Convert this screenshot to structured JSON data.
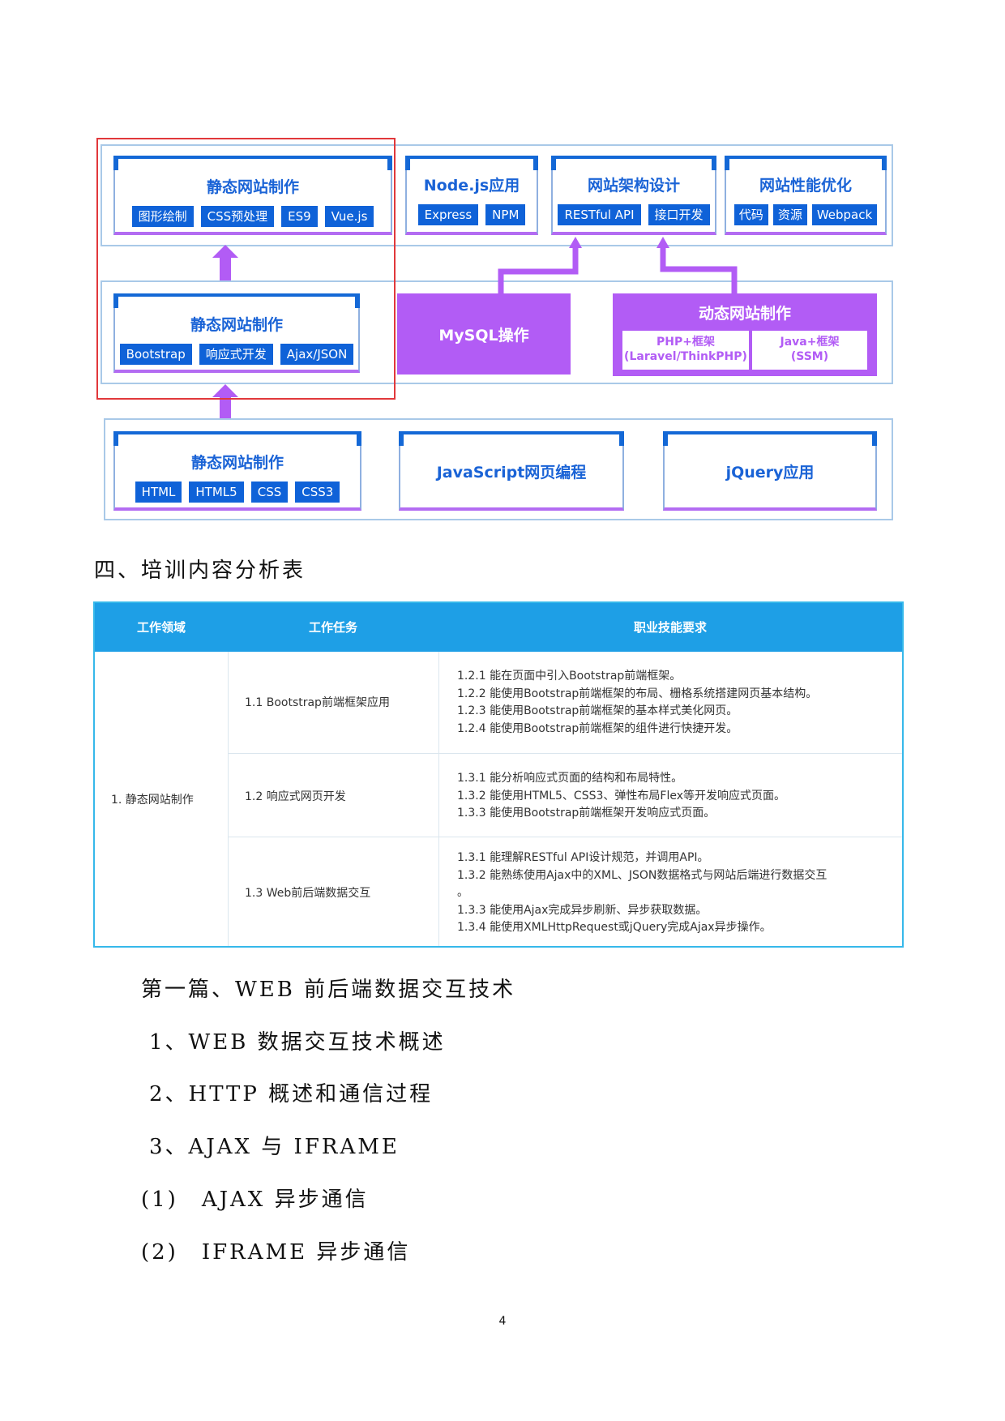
{
  "diagram": {
    "top_cards": [
      {
        "title": "静态网站制作",
        "chips": [
          "图形绘制",
          "CSS预处理",
          "ES9",
          "Vue.js"
        ]
      },
      {
        "title": "Node.js应用",
        "chips": [
          "Express",
          "NPM"
        ]
      },
      {
        "title": "网站架构设计",
        "chips": [
          "RESTful API",
          "接口开发"
        ]
      },
      {
        "title": "网站性能优化",
        "chips": [
          "代码",
          "资源",
          "Webpack"
        ]
      }
    ],
    "middle_card": {
      "title": "静态网站制作",
      "chips": [
        "Bootstrap",
        "响应式开发",
        "Ajax/JSON"
      ]
    },
    "mysql_label": "MySQL操作",
    "dynamic": {
      "title": "动态网站制作",
      "sub": [
        {
          "line1": "PHP+框架",
          "line2": "(Laravel/ThinkPHP)"
        },
        {
          "line1": "Java+框架",
          "line2": "(SSM)"
        }
      ]
    },
    "bottom_cards": [
      {
        "title": "静态网站制作",
        "chips": [
          "HTML",
          "HTML5",
          "CSS",
          "CSS3"
        ]
      },
      {
        "title": "JavaScript网页编程"
      },
      {
        "title": "jQuery应用"
      }
    ],
    "colors": {
      "blue": "#0f62d8",
      "purple": "#b25cf5",
      "highlight": "#e1383b"
    }
  },
  "section_heading": "四、培训内容分析表",
  "table": {
    "headers": [
      "工作领域",
      "工作任务",
      "职业技能要求"
    ],
    "domain": "1. 静态网站制作",
    "rows": [
      {
        "task": "1.1 Bootstrap前端框架应用",
        "reqs": [
          "1.2.1 能在页面中引入Bootstrap前端框架。",
          "1.2.2 能使用Bootstrap前端框架的布局、栅格系统搭建网页基本结构。",
          "1.2.3 能使用Bootstrap前端框架的基本样式美化网页。",
          "1.2.4 能使用Bootstrap前端框架的组件进行快捷开发。"
        ]
      },
      {
        "task": "1.2 响应式网页开发",
        "reqs": [
          "1.3.1 能分析响应式页面的结构和布局特性。",
          "1.3.2 能使用HTML5、CSS3、弹性布局Flex等开发响应式页面。",
          "1.3.3 能使用Bootstrap前端框架开发响应式页面。"
        ]
      },
      {
        "task": "1.3 Web前后端数据交互",
        "reqs": [
          "1.3.1 能理解RESTful API设计规范，并调用API。",
          "1.3.2 能熟练使用Ajax中的XML、JSON数据格式与网站后端进行数据交互",
          "。",
          "1.3.3 能使用Ajax完成异步刷新、异步获取数据。",
          "1.3.4 能使用XMLHttpRequest或jQuery完成Ajax异步操作。"
        ]
      }
    ]
  },
  "outline": [
    "第一篇、WEB 前后端数据交互技术",
    "1、WEB 数据交互技术概述",
    "2、HTTP 概述和通信过程",
    "3、AJAX 与 IFRAME",
    "(1)　AJAX 异步通信",
    "(2)　IFRAME 异步通信"
  ],
  "page_number": "4"
}
